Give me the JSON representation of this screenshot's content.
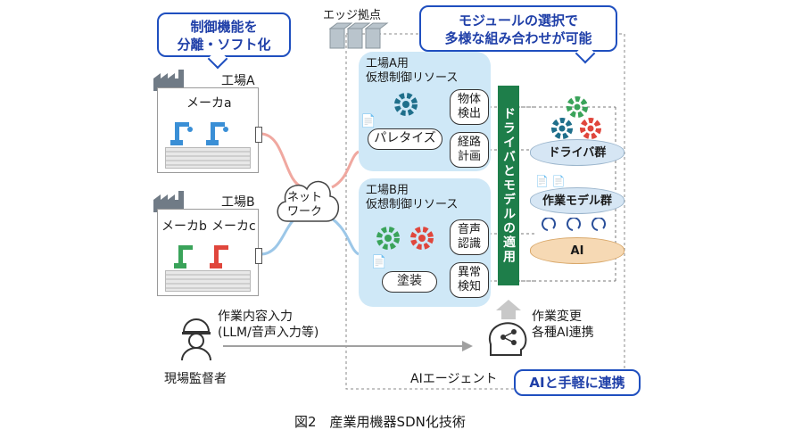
{
  "callout_left": "制御機能を\n分離・ソフト化",
  "callout_right": "モジュールの選択で\n多様な組み合わせが可能",
  "callout_bottom": "AIと手軽に連携",
  "edge_label": "エッジ拠点",
  "factory_a": {
    "title": "工場A",
    "maker": "メーカa"
  },
  "factory_b": {
    "title": "工場B",
    "maker_b": "メーカb",
    "maker_c": "メーカc"
  },
  "network": "ネット\nワーク",
  "resource_a": {
    "title": "工場A用\n仮想制御リソース",
    "task": "パレタイズ",
    "mod1": "物体\n検出",
    "mod2": "経路\n計画"
  },
  "resource_b": {
    "title": "工場B用\n仮想制御リソース",
    "task": "塗装",
    "mod1": "音声\n認識",
    "mod2": "異常\n検知"
  },
  "vertical_bar": "ドライバとモデルの適用",
  "stack": {
    "drivers": "ドライバ群",
    "models": "作業モデル群",
    "ai": "AI"
  },
  "supervisor": {
    "input": "作業内容入力\n(LLM/音声入力等)",
    "label": "現場監督者"
  },
  "ai_side": {
    "text": "作業変更\n各種AI連携",
    "agent": "AIエージェント"
  },
  "caption": "図2　産業用機器SDN化技術",
  "colors": {
    "accent_blue": "#1f4fbf",
    "green": "#1e7e4a",
    "panel_blue": "#cfe8f7",
    "gear_teal": "#1f6f8b",
    "gear_red": "#e0463c",
    "gear_green": "#3aa35a"
  }
}
